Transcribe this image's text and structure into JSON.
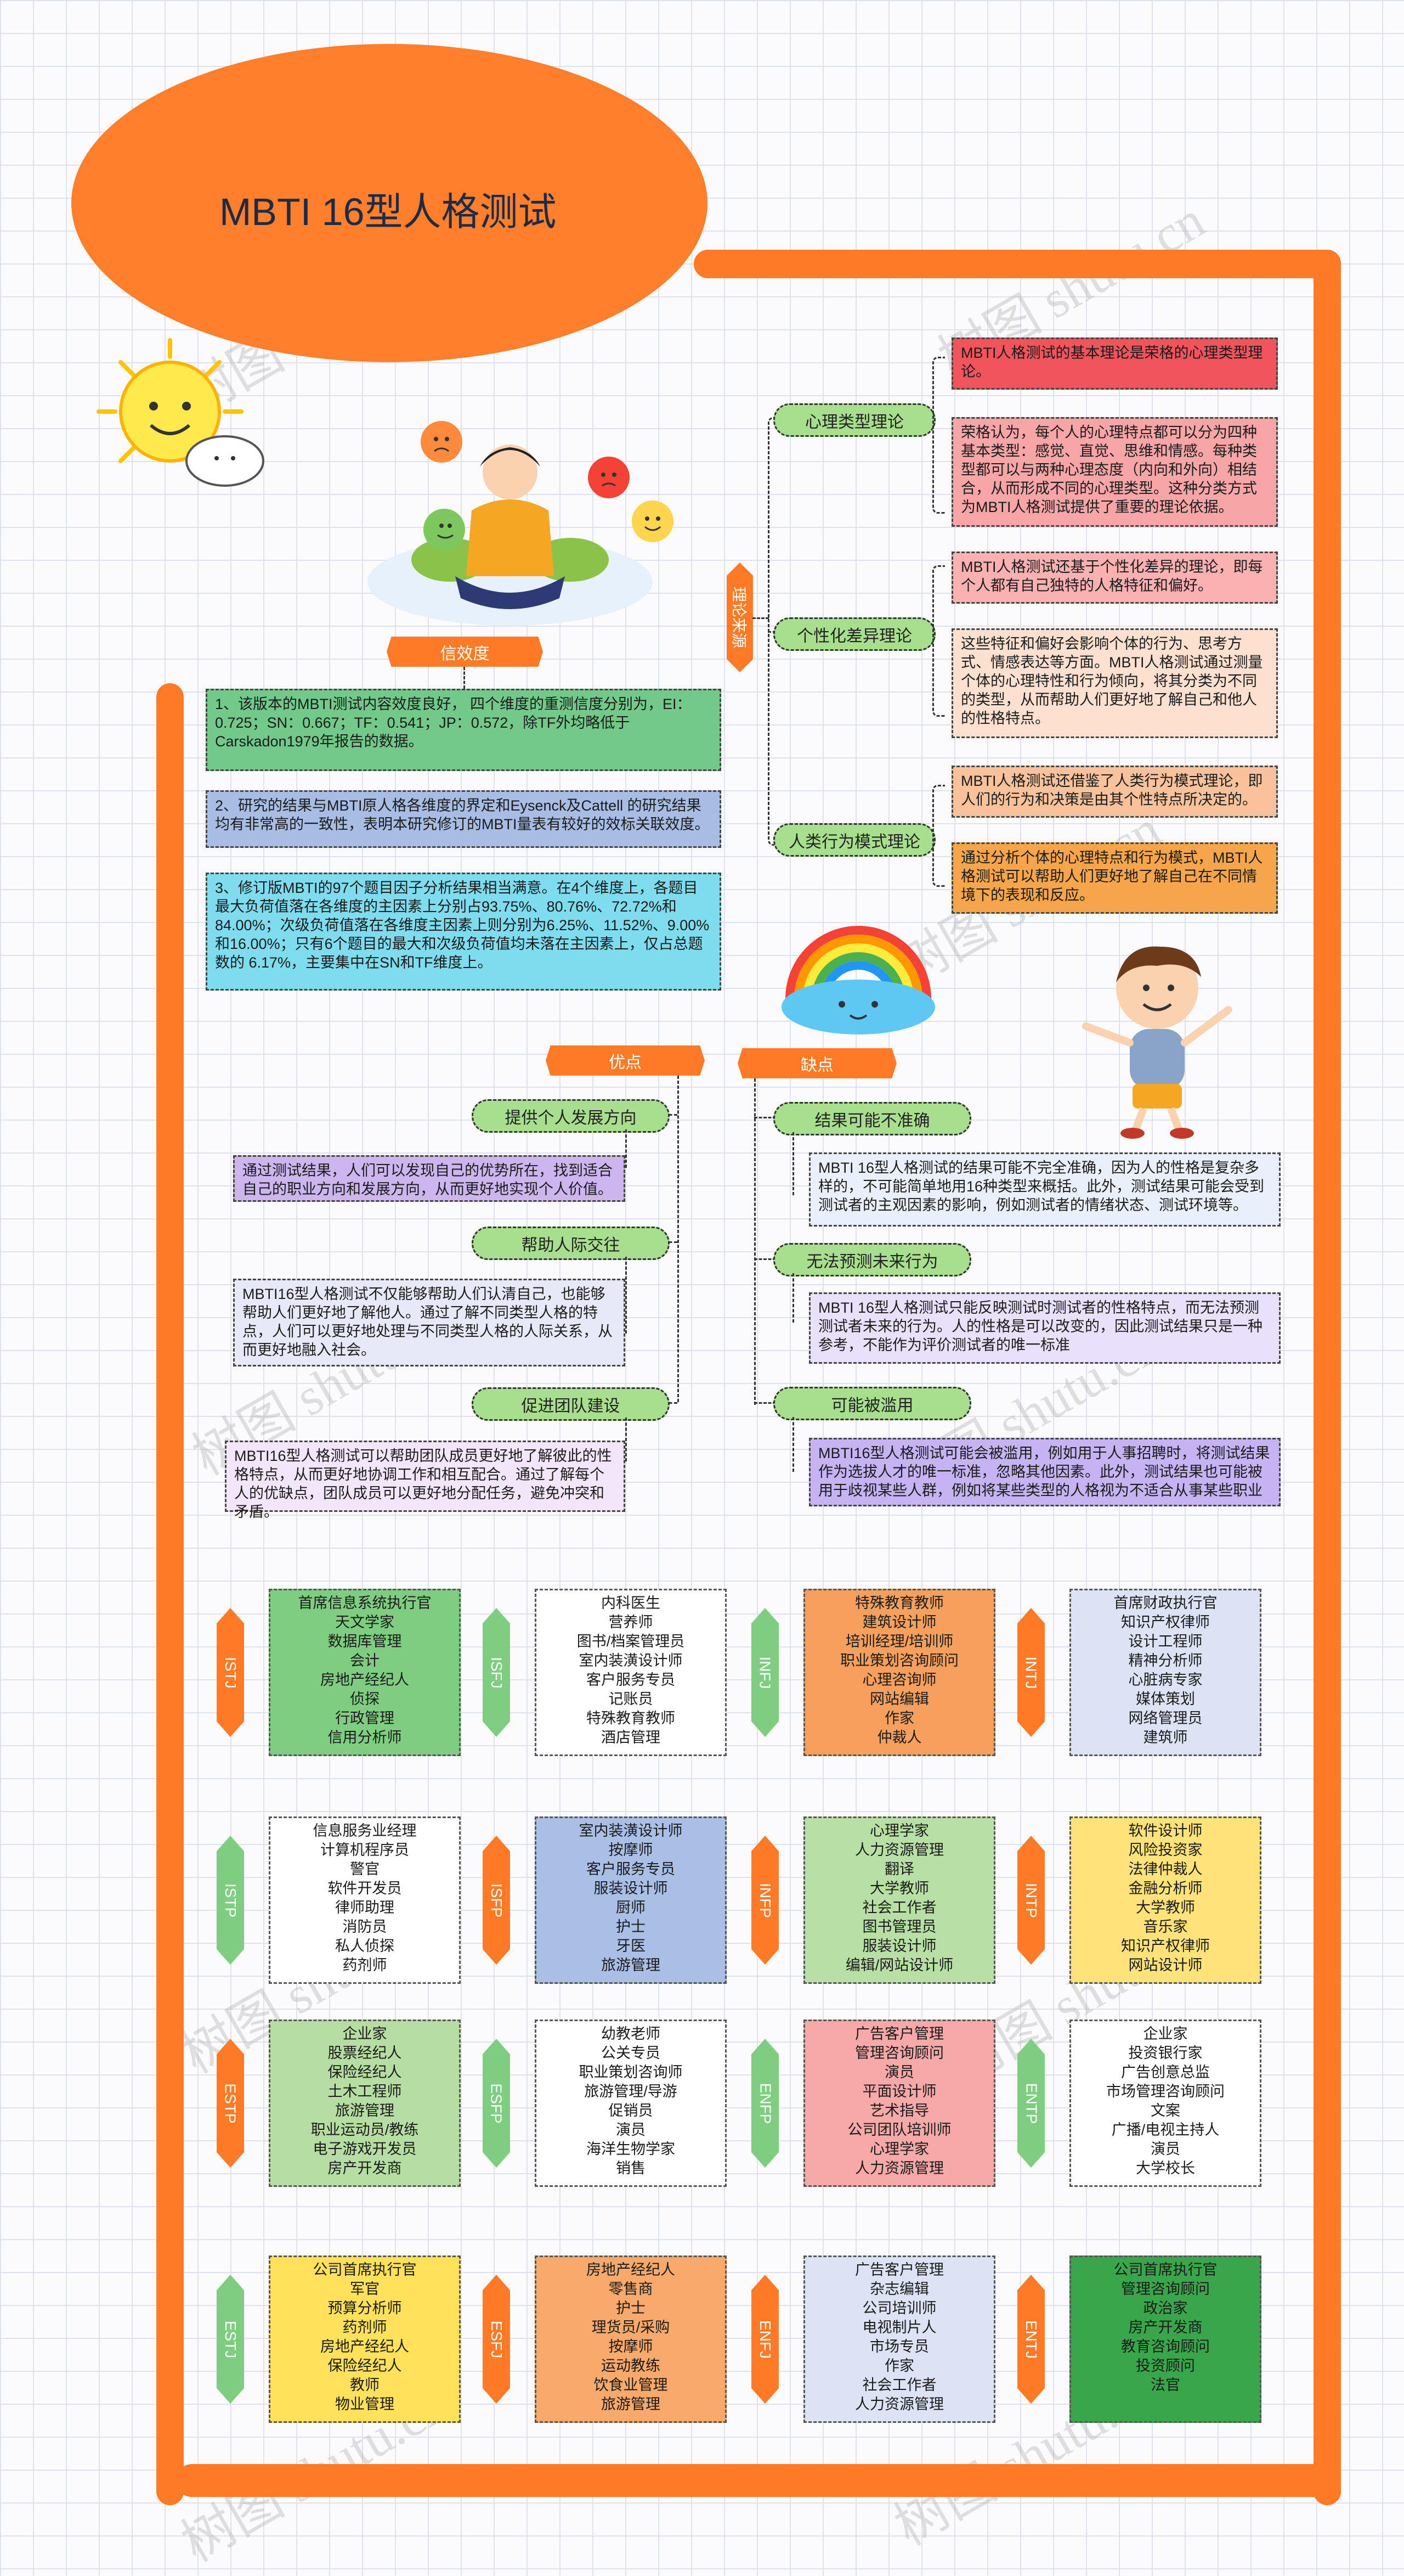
{
  "title": "MBTI 16型人格测试",
  "watermark": "树图 shutu.cn",
  "colors": {
    "accent": "#ff7a26"
  },
  "theory": {
    "root": "理论来源",
    "branches": [
      {
        "label": "心理类型理论",
        "notes": [
          "MBTI人格测试的基本理论是荣格的心理类型理论。",
          "荣格认为，每个人的心理特点都可以分为四种基本类型：感觉、直觉、思维和情感。每种类型都可以与两种心理态度（内向和外向）相结合，从而形成不同的心理类型。这种分类方式为MBTI人格测试提供了重要的理论依据。"
        ]
      },
      {
        "label": "个性化差异理论",
        "notes": [
          "MBTI人格测试还基于个性化差异的理论，即每个人都有自己独特的人格特征和偏好。",
          "这些特征和偏好会影响个体的行为、思考方式、情感表达等方面。MBTI人格测试通过测量个体的心理特性和行为倾向，将其分类为不同的类型，从而帮助人们更好地了解自己和他人的性格特点。"
        ]
      },
      {
        "label": "人类行为模式理论",
        "notes": [
          "MBTI人格测试还借鉴了人类行为模式理论，即人们的行为和决策是由其个性特点所决定的。",
          "通过分析个体的心理特点和行为模式，MBTI人格测试可以帮助人们更好地了解自己在不同情境下的表现和反应。"
        ]
      }
    ]
  },
  "validity": {
    "label": "信效度",
    "items": [
      "1、该版本的MBTI测试内容效度良好， 四个维度的重测信度分别为，EI：0.725；SN：0.667；TF：0.541；JP：0.572，除TF外均略低于Carskadon1979年报告的数据。",
      "2、研究的结果与MBTI原人格各维度的界定和Eysenck及Cattell 的研究结果均有非常高的一致性，表明本研究修订的MBTI量表有较好的效标关联效度。",
      "3、修订版MBTI的97个题目因子分析结果相当满意。在4个维度上，各题目最大负荷值落在各维度的主因素上分别占93.75%、80.76%、72.72%和 84.00%；次级负荷值落在各维度主因素上则分别为6.25%、11.52%、9.00%和16.00%；只有6个题目的最大和次级负荷值均未落在主因素上，仅占总题数的 6.17%，主要集中在SN和TF维度上。"
    ]
  },
  "pros": {
    "label": "优点",
    "items": [
      {
        "label": "提供个人发展方向",
        "note": "通过测试结果，人们可以发现自己的优势所在，找到适合自己的职业方向和发展方向，从而更好地实现个人价值。"
      },
      {
        "label": "帮助人际交往",
        "note": "MBTI16型人格测试不仅能够帮助人们认清自己，也能够帮助人们更好地了解他人。通过了解不同类型人格的特点，人们可以更好地处理与不同类型人格的人际关系，从而更好地融入社会。"
      },
      {
        "label": "促进团队建设",
        "note": "MBTI16型人格测试可以帮助团队成员更好地了解彼此的性格特点，从而更好地协调工作和相互配合。通过了解每个人的优缺点，团队成员可以更好地分配任务，避免冲突和矛盾。"
      }
    ]
  },
  "cons": {
    "label": "缺点",
    "items": [
      {
        "label": "结果可能不准确",
        "note": "MBTI 16型人格测试的结果可能不完全准确，因为人的性格是复杂多样的，不可能简单地用16种类型来概括。此外，测试结果可能会受到测试者的主观因素的影响，例如测试者的情绪状态、测试环境等。"
      },
      {
        "label": "无法预测未来行为",
        "note": "MBTI 16型人格测试只能反映测试时测试者的性格特点，而无法预测测试者未来的行为。人的性格是可以改变的，因此测试结果只是一种参考，不能作为评价测试者的唯一标准"
      },
      {
        "label": "可能被滥用",
        "note": "MBTI16型人格测试可能会被滥用，例如用于人事招聘时，将测试结果作为选拔人才的唯一标准，忽略其他因素。此外，测试结果也可能被用于歧视某些人群，例如将某些类型的人格视为不适合从事某些职业"
      }
    ]
  },
  "types": [
    {
      "code": "ISTJ",
      "jobs": [
        "首席信息系统执行官",
        "天文学家",
        "数据库管理",
        "会计",
        "房地产经纪人",
        "侦探",
        "行政管理",
        "信用分析师"
      ]
    },
    {
      "code": "ISFJ",
      "jobs": [
        "内科医生",
        "营养师",
        "图书/档案管理员",
        "室内装潢设计师",
        "客户服务专员",
        "记账员",
        "特殊教育教师",
        "酒店管理"
      ]
    },
    {
      "code": "INFJ",
      "jobs": [
        "特殊教育教师",
        "建筑设计师",
        "培训经理/培训师",
        "职业策划咨询顾问",
        "心理咨询师",
        "网站编辑",
        "作家",
        "仲裁人"
      ]
    },
    {
      "code": "INTJ",
      "jobs": [
        "首席财政执行官",
        "知识产权律师",
        "设计工程师",
        "精神分析师",
        "心脏病专家",
        "媒体策划",
        "网络管理员",
        "建筑师"
      ]
    },
    {
      "code": "ISTP",
      "jobs": [
        "信息服务业经理",
        "计算机程序员",
        "警官",
        "软件开发员",
        "律师助理",
        "消防员",
        "私人侦探",
        "药剂师"
      ]
    },
    {
      "code": "ISFP",
      "jobs": [
        "室内装潢设计师",
        "按摩师",
        "客户服务专员",
        "服装设计师",
        "厨师",
        "护士",
        "牙医",
        "旅游管理"
      ]
    },
    {
      "code": "INFP",
      "jobs": [
        "心理学家",
        "人力资源管理",
        "翻译",
        "大学教师",
        "社会工作者",
        "图书管理员",
        "服装设计师",
        "编辑/网站设计师"
      ]
    },
    {
      "code": "INTP",
      "jobs": [
        "软件设计师",
        "风险投资家",
        "法律仲裁人",
        "金融分析师",
        "大学教师",
        "音乐家",
        "知识产权律师",
        "网站设计师"
      ]
    },
    {
      "code": "ESTP",
      "jobs": [
        "企业家",
        "股票经纪人",
        "保险经纪人",
        "土木工程师",
        "旅游管理",
        "职业运动员/教练",
        "电子游戏开发员",
        "房产开发商"
      ]
    },
    {
      "code": "ESFP",
      "jobs": [
        "幼教老师",
        "公关专员",
        "职业策划咨询师",
        "旅游管理/导游",
        "促销员",
        "演员",
        "海洋生物学家",
        "销售"
      ]
    },
    {
      "code": "ENFP",
      "jobs": [
        "广告客户管理",
        "管理咨询顾问",
        "演员",
        "平面设计师",
        "艺术指导",
        "公司团队培训师",
        "心理学家",
        "人力资源管理"
      ]
    },
    {
      "code": "ENTP",
      "jobs": [
        "企业家",
        "投资银行家",
        "广告创意总监",
        "市场管理咨询顾问",
        "文案",
        "广播/电视主持人",
        "演员",
        "大学校长"
      ]
    },
    {
      "code": "ESTJ",
      "jobs": [
        "公司首席执行官",
        "军官",
        "预算分析师",
        "药剂师",
        "房地产经纪人",
        "保险经纪人",
        "教师",
        "物业管理"
      ]
    },
    {
      "code": "ESFJ",
      "jobs": [
        "房地产经纪人",
        "零售商",
        "护士",
        "理货员/采购",
        "按摩师",
        "运动教练",
        "饮食业管理",
        "旅游管理"
      ]
    },
    {
      "code": "ENFJ",
      "jobs": [
        "广告客户管理",
        "杂志编辑",
        "公司培训师",
        "电视制片人",
        "市场专员",
        "作家",
        "社会工作者",
        "人力资源管理"
      ]
    },
    {
      "code": "ENTJ",
      "jobs": [
        "公司首席执行官",
        "管理咨询顾问",
        "政治家",
        "房产开发商",
        "教育咨询顾问",
        "投资顾问",
        "法官"
      ]
    }
  ]
}
